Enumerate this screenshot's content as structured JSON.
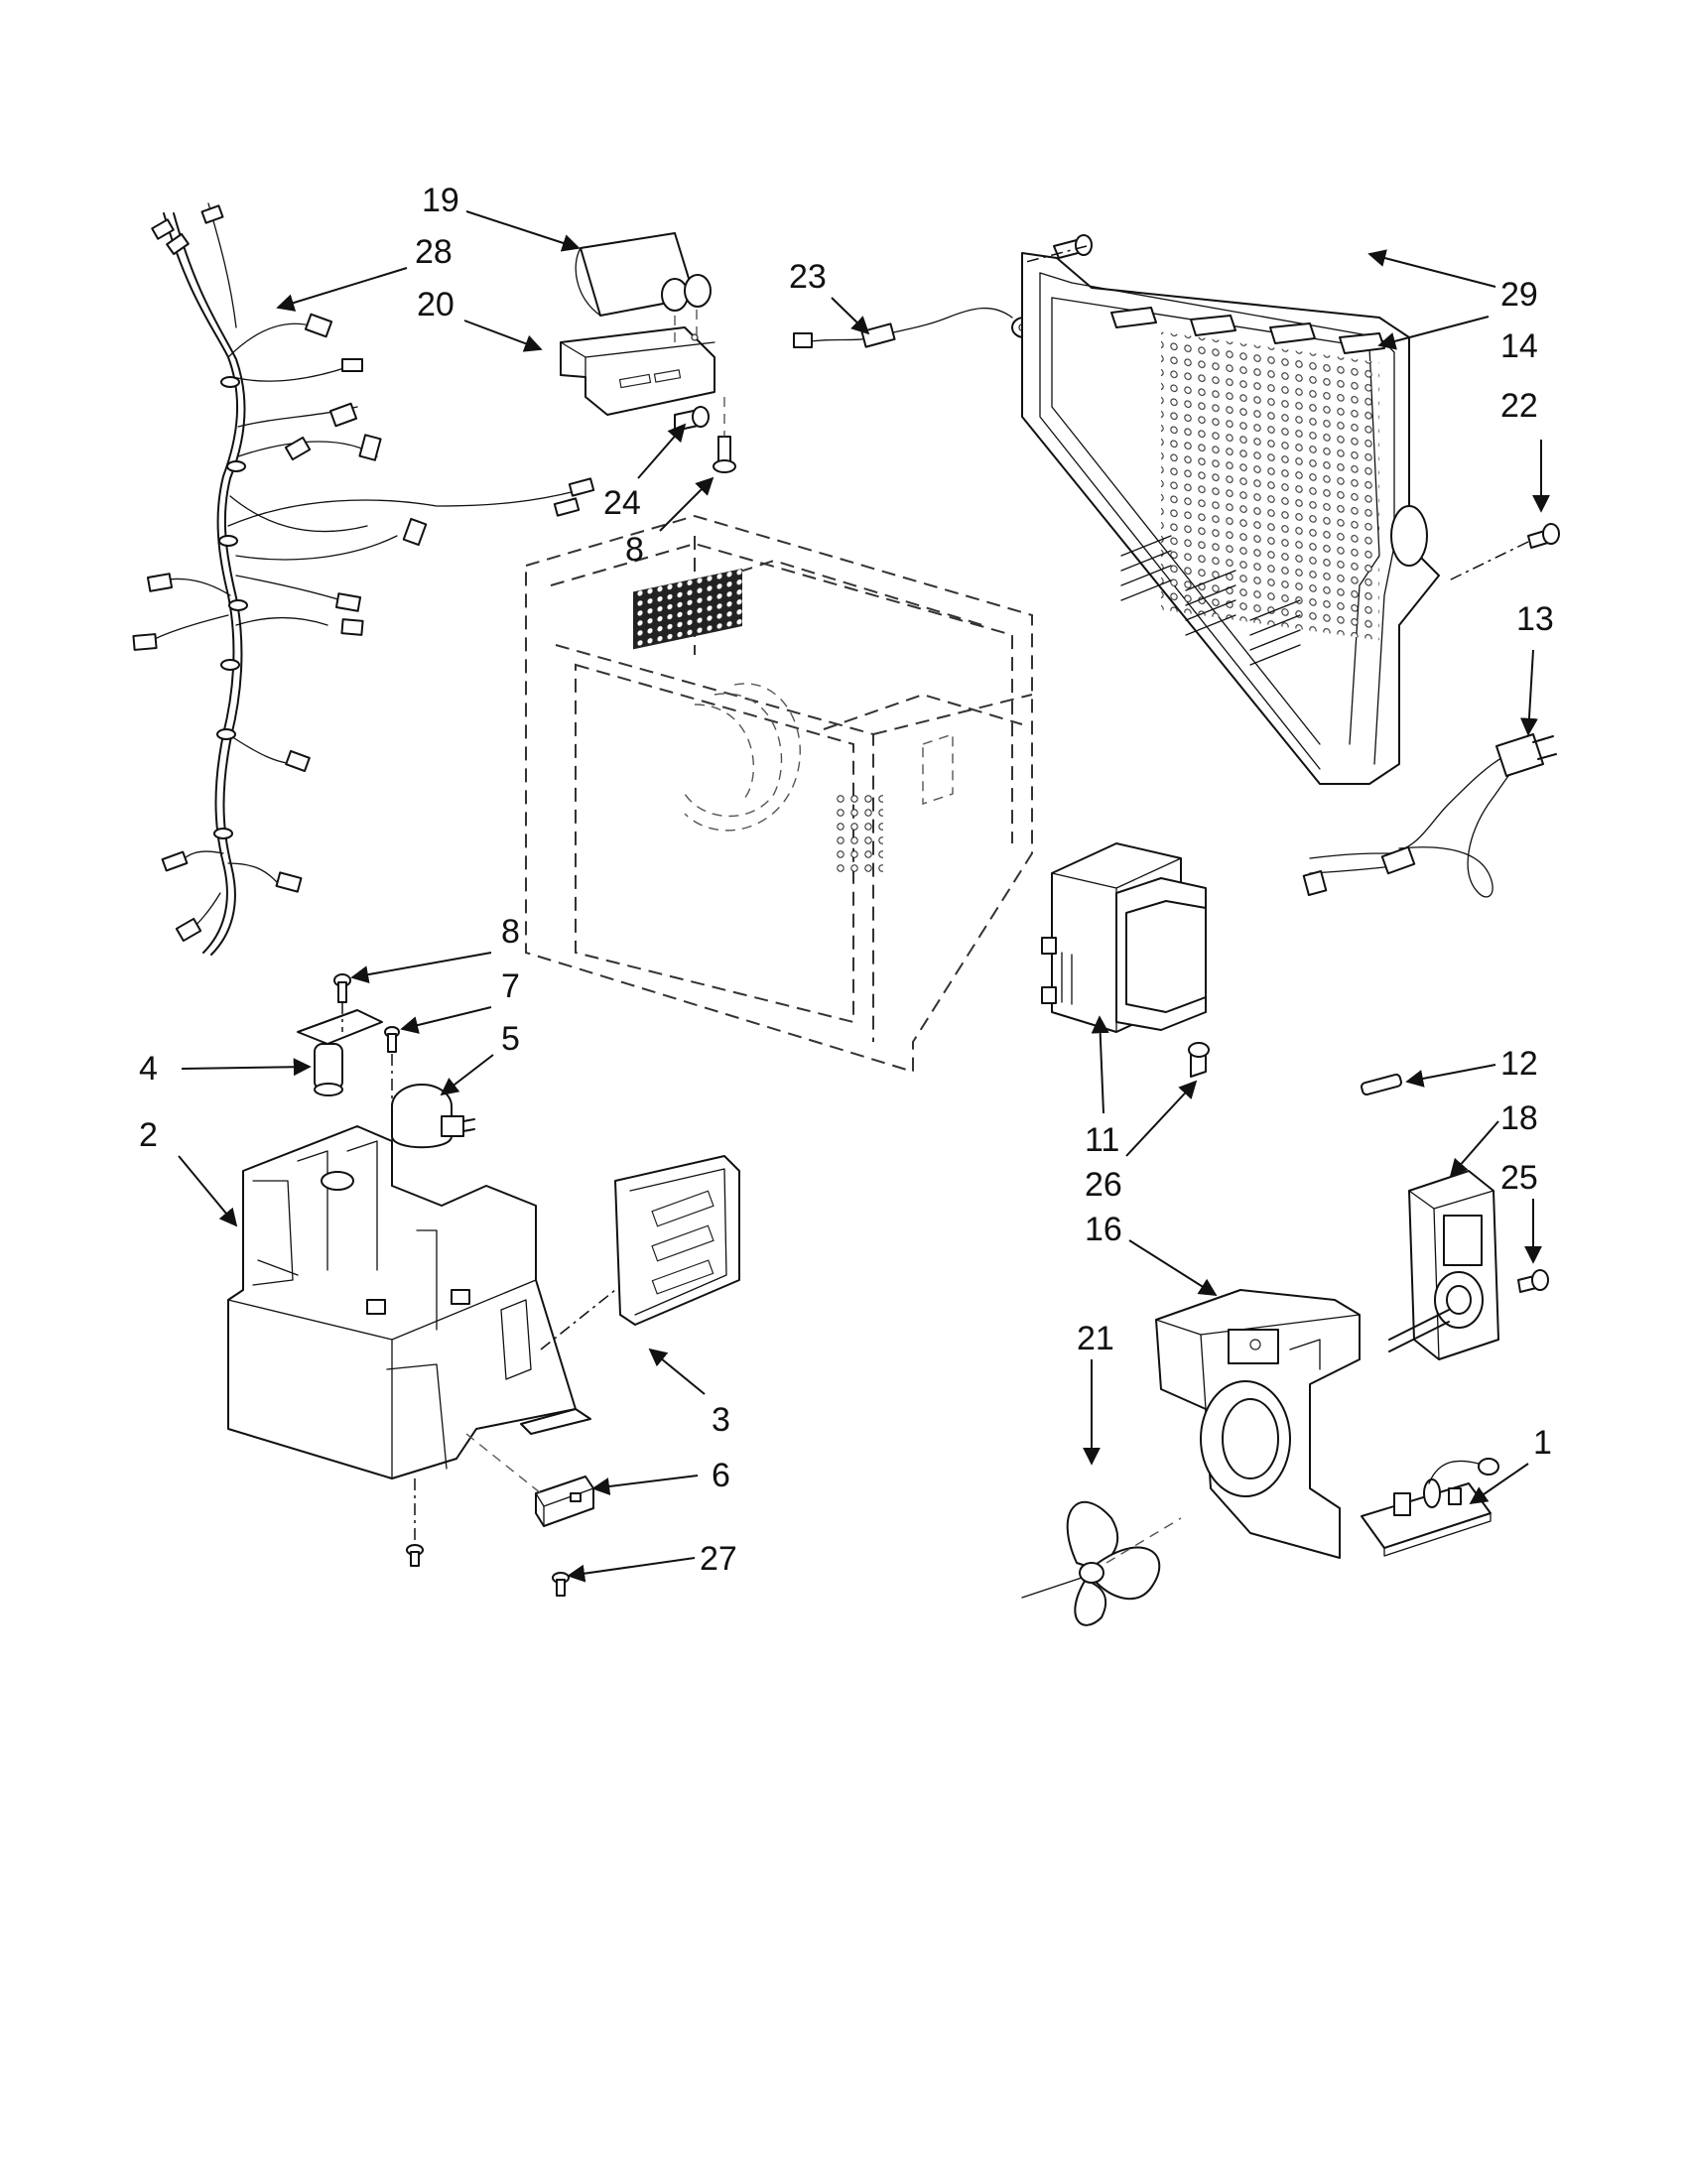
{
  "diagram": {
    "callouts": [
      {
        "id": "c19",
        "label": "19"
      },
      {
        "id": "c28",
        "label": "28"
      },
      {
        "id": "c20",
        "label": "20"
      },
      {
        "id": "c23",
        "label": "23"
      },
      {
        "id": "c29",
        "label": "29"
      },
      {
        "id": "c14",
        "label": "14"
      },
      {
        "id": "c22",
        "label": "22"
      },
      {
        "id": "c24",
        "label": "24"
      },
      {
        "id": "c8a",
        "label": "8"
      },
      {
        "id": "c13",
        "label": "13"
      },
      {
        "id": "c8b",
        "label": "8"
      },
      {
        "id": "c7",
        "label": "7"
      },
      {
        "id": "c5",
        "label": "5"
      },
      {
        "id": "c4",
        "label": "4"
      },
      {
        "id": "c2",
        "label": "2"
      },
      {
        "id": "c11",
        "label": "11"
      },
      {
        "id": "c26",
        "label": "26"
      },
      {
        "id": "c12",
        "label": "12"
      },
      {
        "id": "c18",
        "label": "18"
      },
      {
        "id": "c25",
        "label": "25"
      },
      {
        "id": "c16",
        "label": "16"
      },
      {
        "id": "c21",
        "label": "21"
      },
      {
        "id": "c3",
        "label": "3"
      },
      {
        "id": "c6",
        "label": "6"
      },
      {
        "id": "c1",
        "label": "1"
      },
      {
        "id": "c27",
        "label": "27"
      }
    ]
  }
}
